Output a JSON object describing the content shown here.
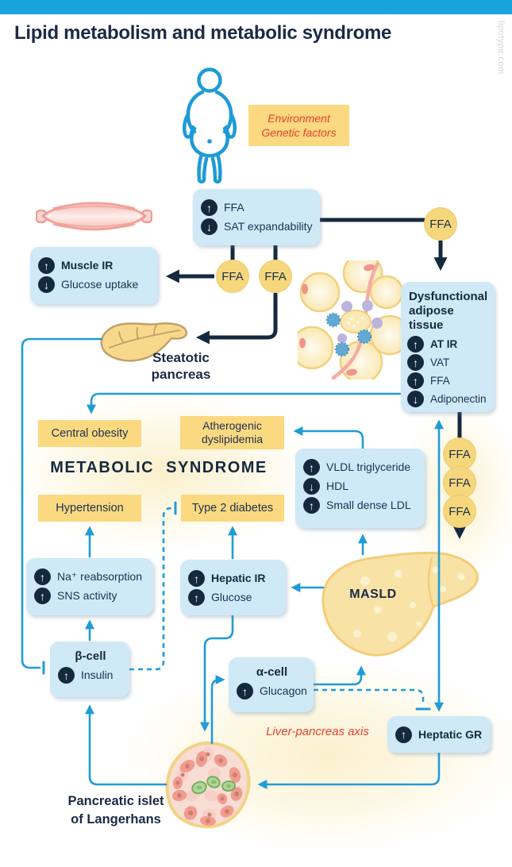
{
  "header": {
    "title": "Lipid metabolism and metabolic syndrome",
    "watermark": "lipotype.com"
  },
  "env_box": {
    "line1": "Environment",
    "line2": "Genetic factors"
  },
  "labels": {
    "ffa": "FFA",
    "steatotic_line1": "Steatotic",
    "steatotic_line2": "pancreas",
    "masld": "MASLD",
    "liver_pancreas_axis": "Liver-pancreas axis",
    "islet_line1": "Pancreatic islet",
    "islet_line2": "of Langerhans"
  },
  "syndrome": {
    "title": "METABOLIC SYNDROME",
    "central_obesity": "Central obesity",
    "atherogenic_line1": "Atherogenic",
    "atherogenic_line2": "dyslipidemia",
    "hypertension": "Hypertension",
    "type2_diabetes": "Type 2 diabetes"
  },
  "boxes": {
    "ffa_sat": {
      "rows": [
        {
          "arrow": "↑",
          "label": "FFA"
        },
        {
          "arrow": "↓",
          "label": "SAT expandability"
        }
      ]
    },
    "muscle": {
      "rows": [
        {
          "arrow": "↑",
          "label": "Muscle IR"
        },
        {
          "arrow": "↓",
          "label": "Glucose uptake"
        }
      ]
    },
    "adipose": {
      "title_line1": "Dysfunctional",
      "title_line2": "adipose tissue",
      "rows": [
        {
          "arrow": "↑",
          "label": "AT IR"
        },
        {
          "arrow": "↑",
          "label": "VAT"
        },
        {
          "arrow": "↑",
          "label": "FFA"
        },
        {
          "arrow": "↓",
          "label": "Adiponectin"
        }
      ]
    },
    "lipids": {
      "rows": [
        {
          "arrow": "↑",
          "label": "VLDL triglyceride"
        },
        {
          "arrow": "↓",
          "label": "HDL"
        },
        {
          "arrow": "↑",
          "label": "Small dense LDL"
        }
      ]
    },
    "sodium": {
      "rows": [
        {
          "arrow": "↑",
          "label": "Na⁺ reabsorption"
        },
        {
          "arrow": "↑",
          "label": "SNS activity"
        }
      ]
    },
    "hepatic_ir": {
      "rows": [
        {
          "arrow": "↑",
          "label": "Hepatic IR"
        },
        {
          "arrow": "↑",
          "label": "Glucose"
        }
      ]
    },
    "beta_cell": {
      "title": "β-cell",
      "rows": [
        {
          "arrow": "↑",
          "label": "Insulin"
        }
      ]
    },
    "alpha_cell": {
      "title": "α-cell",
      "rows": [
        {
          "arrow": "↑",
          "label": "Glucagon"
        }
      ]
    },
    "hepatic_gr": {
      "rows": [
        {
          "arrow": "↑",
          "label": "Heptatic GR"
        }
      ]
    }
  },
  "colors": {
    "top_bar": "#18a3dd",
    "blue_line": "#1f9cd8",
    "dark_navy": "#15293e",
    "box_blue": "#cfe9f7",
    "box_yellow": "#fbd981",
    "ffa_circle": "#f6d77c",
    "red_text": "#e8402f",
    "title_navy": "#1b2a45"
  }
}
